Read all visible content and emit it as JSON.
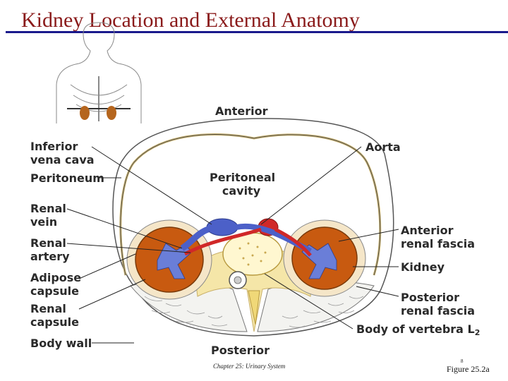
{
  "title": "Kidney Location and External Anatomy",
  "labels": {
    "anterior": "Anterior",
    "posterior": "Posterior",
    "peritoneal_cavity": [
      "Peritoneal",
      "cavity"
    ],
    "inferior_vena_cava": [
      "Inferior",
      "vena cava"
    ],
    "peritoneum": "Peritoneum",
    "renal_vein": [
      "Renal",
      "vein"
    ],
    "renal_artery": [
      "Renal",
      "artery"
    ],
    "adipose_capsule": [
      "Adipose",
      "capsule"
    ],
    "renal_capsule": [
      "Renal",
      "capsule"
    ],
    "body_wall": "Body wall",
    "aorta": "Aorta",
    "anterior_renal_fascia": [
      "Anterior",
      "renal fascia"
    ],
    "kidney": "Kidney",
    "posterior_renal_fascia": [
      "Posterior",
      "renal fascia"
    ],
    "body_of_vertebra": "Body of vertebra L",
    "vertebra_subscript": "2"
  },
  "footer": {
    "chapter": "Chapter 25: Urinary System",
    "figure": "Figure 25.2a",
    "page_number": "8"
  },
  "colors": {
    "title": "#8a1a1a",
    "title_rule": "#1a1a8c",
    "kidney": "#c85a10",
    "vein": "#4c60c8",
    "artery": "#d02828",
    "fat": "#f5e6a8"
  }
}
